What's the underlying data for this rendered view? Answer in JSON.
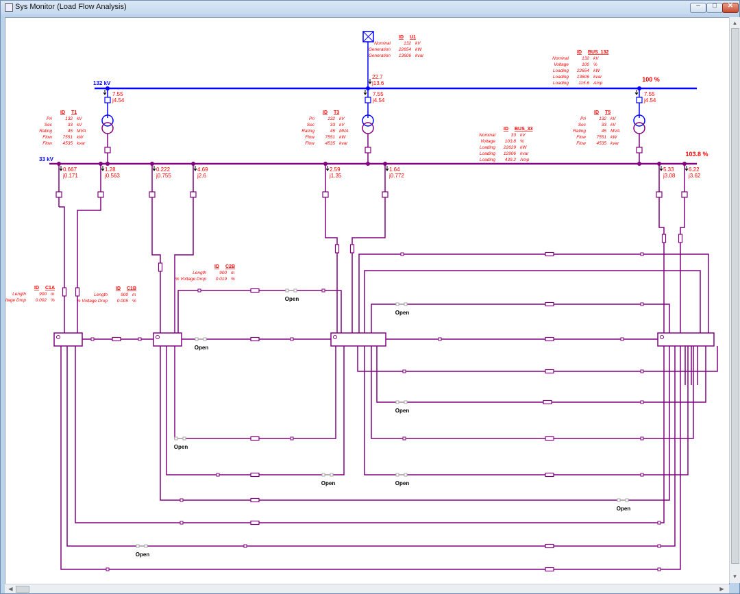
{
  "window": {
    "title": "Sys Monitor (Load Flow Analysis)"
  },
  "controls": {
    "minimize": "–",
    "maximize": "□",
    "close": "✕"
  },
  "colors": {
    "hv": "#0000ff",
    "mv": "#800080",
    "label": "#ff0000"
  },
  "utility": {
    "id_label": "ID",
    "id": "U1",
    "rows": [
      [
        "Nominal",
        "132",
        "kV"
      ],
      [
        "Generation",
        "22654",
        "kW"
      ],
      [
        "Generation",
        "13606",
        "kvar"
      ]
    ]
  },
  "bus132": {
    "label": "132 kV",
    "id_label": "ID",
    "id": "BUS_132",
    "percent": "100 %",
    "rows": [
      [
        "Nominal",
        "132",
        "kV"
      ],
      [
        "Voltage",
        "100",
        "%"
      ],
      [
        "Loading",
        "22654",
        "kW"
      ],
      [
        "Loading",
        "13606",
        "kvar"
      ],
      [
        "Loading",
        "115.6",
        "Amp"
      ]
    ]
  },
  "bus33": {
    "label": "33 kV",
    "id_label": "ID",
    "id": "BUS_33",
    "percent": "103.8 %",
    "rows": [
      [
        "Nominal",
        "33",
        "kV"
      ],
      [
        "Voltage",
        "103.8",
        "%"
      ],
      [
        "Loading",
        "22629",
        "kW"
      ],
      [
        "Loading",
        "12906",
        "kvar"
      ],
      [
        "Loading",
        "439.2",
        "Amp"
      ]
    ]
  },
  "utility_flow": {
    "p": "22.7",
    "q": "j13.6"
  },
  "transformers": [
    {
      "id_label": "ID",
      "id": "T1",
      "hv_p": "7.55",
      "hv_q": "j4.54",
      "rows": [
        [
          "Pri",
          "132",
          "kV"
        ],
        [
          "Sec",
          "33",
          "kV"
        ],
        [
          "Rating",
          "45",
          "MVA"
        ],
        [
          "Flow",
          "7551",
          "kW"
        ],
        [
          "Flow",
          "4535",
          "kvar"
        ]
      ]
    },
    {
      "id_label": "ID",
      "id": "T3",
      "hv_p": "7.55",
      "hv_q": "j4.54",
      "rows": [
        [
          "Pri",
          "132",
          "kV"
        ],
        [
          "Sec",
          "33",
          "kV"
        ],
        [
          "Rating",
          "45",
          "MVA"
        ],
        [
          "Flow",
          "7551",
          "kW"
        ],
        [
          "Flow",
          "4535",
          "kvar"
        ]
      ]
    },
    {
      "id_label": "ID",
      "id": "T5",
      "hv_p": "7.55",
      "hv_q": "j4.54",
      "rows": [
        [
          "Pri",
          "132",
          "kV"
        ],
        [
          "Sec",
          "33",
          "kV"
        ],
        [
          "Rating",
          "45",
          "MVA"
        ],
        [
          "Flow",
          "7551",
          "kW"
        ],
        [
          "Flow",
          "4535",
          "kvar"
        ]
      ]
    }
  ],
  "feeders": [
    {
      "p": "0.667",
      "q": "j0.171"
    },
    {
      "p": "1.28",
      "q": "j0.563"
    },
    {
      "p": "0.222",
      "q": "j0.755"
    },
    {
      "p": "4.69",
      "q": "j2.6"
    },
    {
      "p": "2.59",
      "q": "j1.35"
    },
    {
      "p": "1.64",
      "q": "j0.772"
    },
    {
      "p": "5.33",
      "q": "j3.08"
    },
    {
      "p": "6.22",
      "q": "j3.62"
    }
  ],
  "cables": [
    {
      "id_label": "ID",
      "id": "C1A",
      "rows": [
        [
          "Length",
          "900",
          "m"
        ],
        [
          "% Voltage Drop",
          "0.002",
          "%"
        ]
      ]
    },
    {
      "id_label": "ID",
      "id": "C1B",
      "rows": [
        [
          "Length",
          "900",
          "m"
        ],
        [
          "% Voltage Drop",
          "0.005",
          "%"
        ]
      ]
    },
    {
      "id_label": "ID",
      "id": "C2B",
      "rows": [
        [
          "Length",
          "900",
          "m"
        ],
        [
          "% Voltage Drop",
          "0.019",
          "%"
        ]
      ]
    }
  ],
  "switch_state": "Open"
}
